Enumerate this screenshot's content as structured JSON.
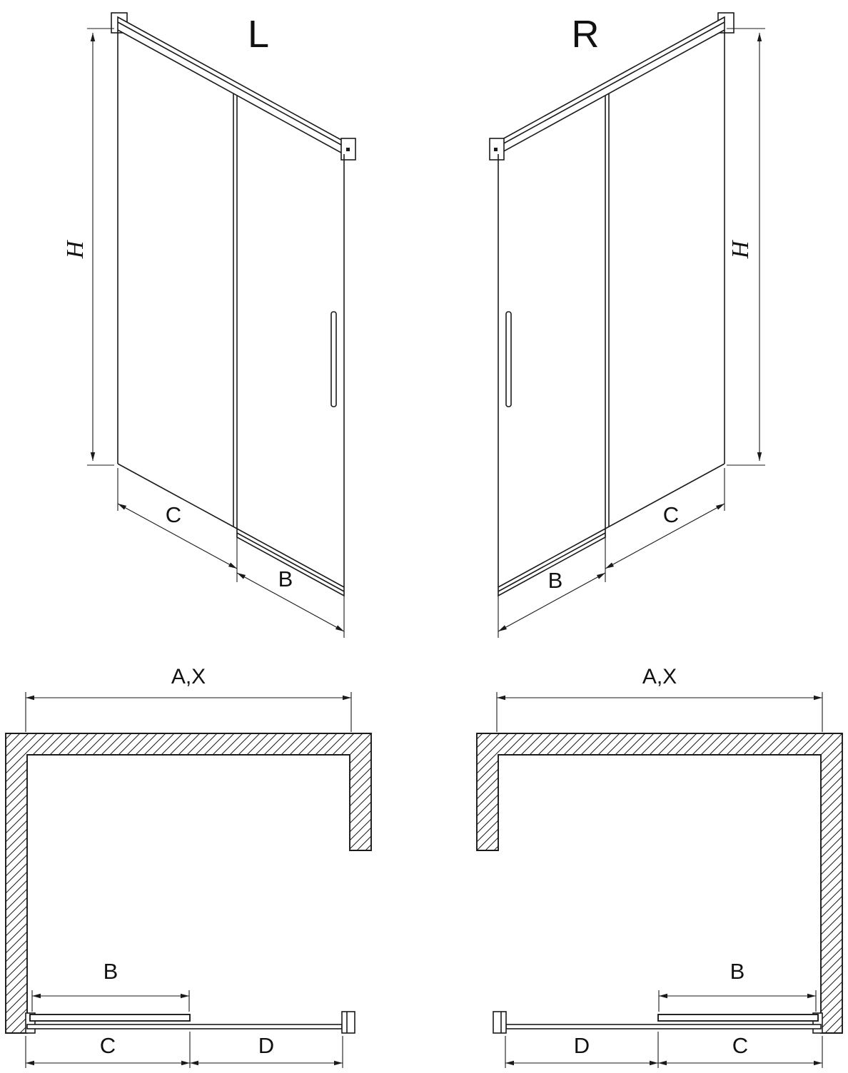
{
  "colors": {
    "line": "#1a1a1a",
    "background": "#ffffff"
  },
  "diagrams": {
    "iso_left": {
      "label": "L",
      "dim_height": "H",
      "dim_c": "C",
      "dim_b": "B"
    },
    "iso_right": {
      "label": "R",
      "dim_height": "H",
      "dim_c": "C",
      "dim_b": "B"
    },
    "plan_left": {
      "dim_total": "A,X",
      "dim_b": "B",
      "dim_c": "C",
      "dim_d": "D"
    },
    "plan_right": {
      "dim_total": "A,X",
      "dim_b": "B",
      "dim_c": "C",
      "dim_d": "D"
    }
  }
}
